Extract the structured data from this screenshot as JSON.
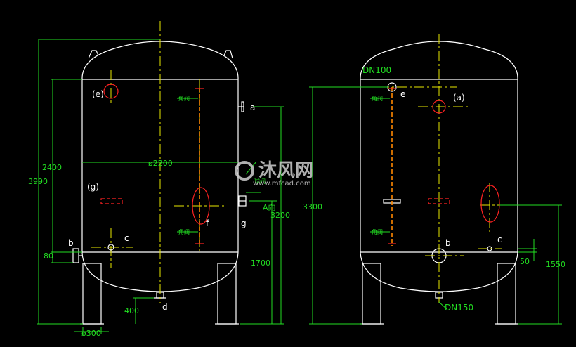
{
  "drawing": {
    "left_view": {
      "dims": {
        "height_total": "3990",
        "shell_height": "2400",
        "diameter": "ø2200",
        "nozzle_a_height": "3200",
        "nozzle_g_height": "1700",
        "leg_height": "400",
        "leg_dia": "ø300",
        "nozzle_b_offset": "80"
      },
      "nozzles": [
        "a",
        "b",
        "c",
        "d",
        "(e)",
        "f",
        "g",
        "(g)"
      ],
      "valve_label_1": "角阀",
      "valve_label_2": "角阀",
      "ball_valve_label": "球阀",
      "view_a_label": "A向"
    },
    "right_view": {
      "dims": {
        "height": "3300",
        "nozzle_height": "1550",
        "offset": "50"
      },
      "pipe_top": "DN100",
      "pipe_bottom": "DN150",
      "nozzles": [
        "e",
        "(a)",
        "b",
        "c"
      ],
      "valve_label_1": "角阀",
      "valve_label_2": "角阀"
    }
  },
  "watermark": {
    "name": "沐风网",
    "url": "www.mfcad.com"
  },
  "colors": {
    "outline": "#ffffff",
    "dimension": "#22dd22",
    "centerline": "#e8e800",
    "hidden": "#ff2222",
    "pipe": "#ff8800"
  }
}
